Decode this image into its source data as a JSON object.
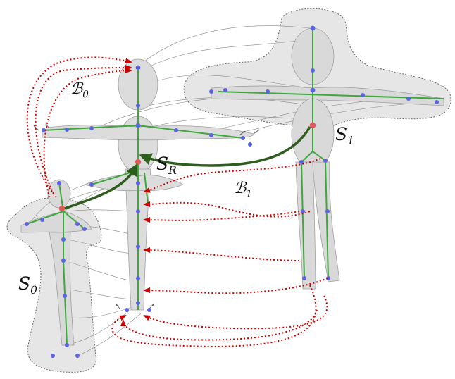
{
  "labels": {
    "s0": {
      "main": "S",
      "sub": "0"
    },
    "s1": {
      "main": "S",
      "sub": "1"
    },
    "sr": {
      "main": "S",
      "sub": "R"
    },
    "b0": {
      "main": "ℬ",
      "sub": "0"
    },
    "b1": {
      "main": "ℬ",
      "sub": "1"
    }
  },
  "colors": {
    "body": "#d9d9d9",
    "body_stroke": "#9a9a9a",
    "bone": "#3ea83e",
    "joint": "#5b63e0",
    "root_joint": "#e05b5b",
    "mapping_arrow": "#2e5e1e",
    "boundary_arrow": "#cc0000",
    "region_fill": "#e6e6e6",
    "region_stroke": "#666666"
  }
}
